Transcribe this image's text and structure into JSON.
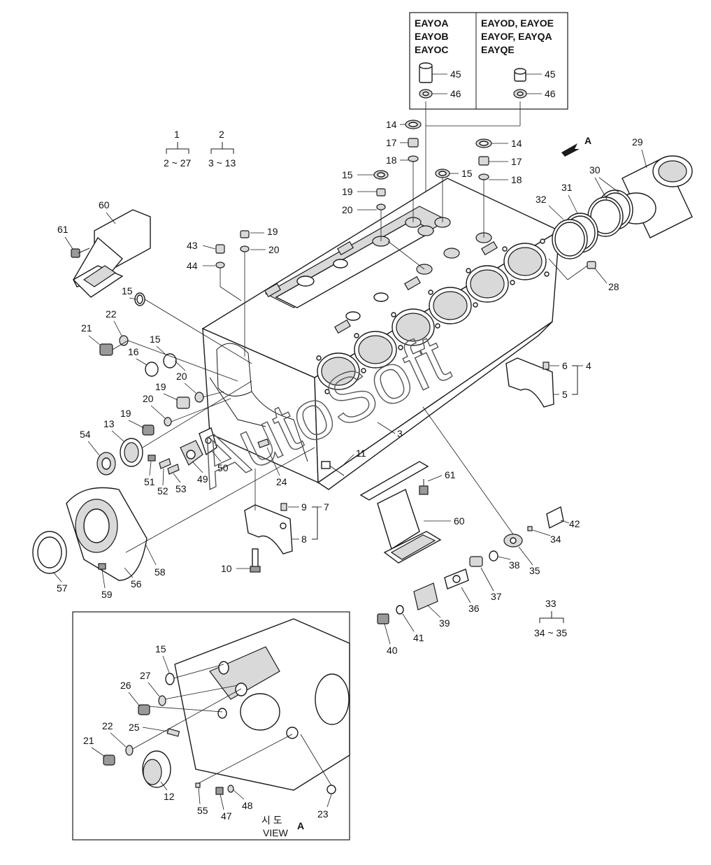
{
  "title_box": {
    "left_models": [
      "EAYOA",
      "EAYOB",
      "EAYOC"
    ],
    "right_models": [
      "EAYOD, EAYOE",
      "EAYOF, EAYQA",
      "EAYQE"
    ]
  },
  "groups": [
    {
      "parent": "1",
      "range": "2 ~ 27"
    },
    {
      "parent": "2",
      "range": "3 ~ 13"
    },
    {
      "parent": "33",
      "range": "34 ~ 35"
    }
  ],
  "bracket_labels": {
    "b4": "4",
    "b6": "6",
    "b5": "5",
    "b7": "7",
    "b9": "9",
    "b8": "8"
  },
  "view_label": {
    "korean": "시  도",
    "text": "VIEW",
    "letter": "A"
  },
  "arrow_label": "A",
  "watermark": "AutoSoft",
  "callouts": {
    "c45a": "45",
    "c46a": "46",
    "c45b": "45",
    "c46b": "46",
    "c14a": "14",
    "c17a": "17",
    "c18a": "18",
    "c14b": "14",
    "c17b": "17",
    "c18b": "18",
    "c15a": "15",
    "c19a": "19",
    "c20a": "20",
    "c15b": "15",
    "c29": "29",
    "c30": "30",
    "c31": "31",
    "c32": "32",
    "c28": "28",
    "c60a": "60",
    "c61a": "61",
    "c19b": "19",
    "c20b": "20",
    "c43": "43",
    "c44": "44",
    "c15c": "15",
    "c22a": "22",
    "c21a": "21",
    "c16": "16",
    "c15d": "15",
    "c20c": "20",
    "c19c": "19",
    "c20d": "20",
    "c19d": "19",
    "c54": "54",
    "c13": "13",
    "c51": "51",
    "c52": "52",
    "c53": "53",
    "c49": "49",
    "c50": "50",
    "c24": "24",
    "c3": "3",
    "c11": "11",
    "c10": "10",
    "c57": "57",
    "c59": "59",
    "c56": "56",
    "c58": "58",
    "c61b": "61",
    "c60b": "60",
    "c42": "42",
    "c34": "34",
    "c35": "35",
    "c38": "38",
    "c37": "37",
    "c36": "36",
    "c39": "39",
    "c41": "41",
    "c40": "40",
    "v15": "15",
    "v27": "27",
    "v26": "26",
    "v22": "22",
    "v25": "25",
    "v21": "21",
    "v12": "12",
    "v55": "55",
    "v47": "47",
    "v48": "48",
    "v23": "23"
  }
}
